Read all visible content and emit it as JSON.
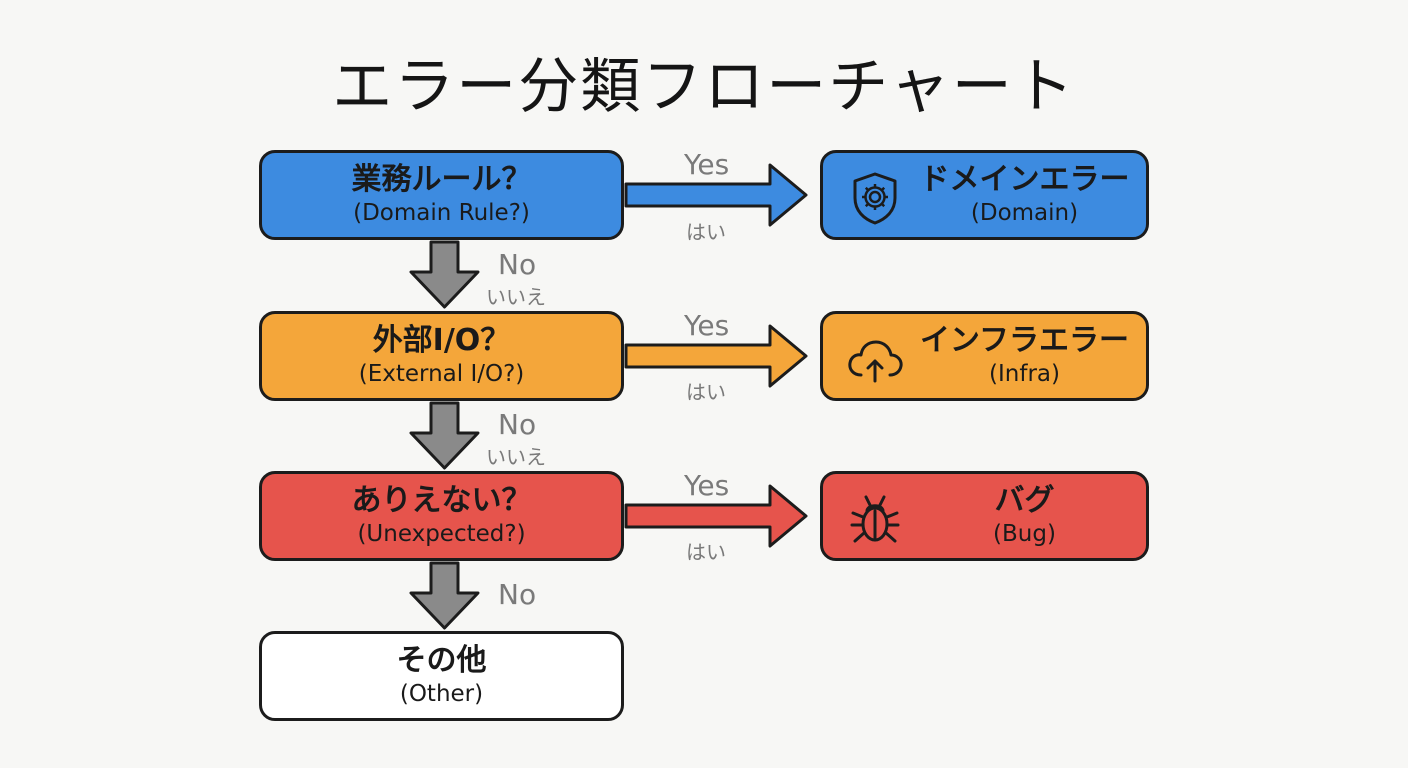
{
  "title": "エラー分類フローチャート",
  "decisions": [
    {
      "main": "業務ルール？",
      "sub": "(Domain Rule?)",
      "color": "#3d8be0"
    },
    {
      "main": "外部I/O？",
      "sub": "(External I/O?)",
      "color": "#f4a63a"
    },
    {
      "main": "ありえない？",
      "sub": "(Unexpected?)",
      "color": "#e6544c"
    },
    {
      "main": "その他",
      "sub": "(Other)",
      "color": "#ffffff"
    }
  ],
  "results": [
    {
      "main": "ドメインエラー",
      "sub": "(Domain)",
      "icon": "shield-gear-icon",
      "color": "#3d8be0"
    },
    {
      "main": "インフラエラー",
      "sub": "(Infra)",
      "icon": "cloud-upload-icon",
      "color": "#f4a63a"
    },
    {
      "main": "バグ",
      "sub": "(Bug)",
      "icon": "bug-icon",
      "color": "#e6544c"
    }
  ],
  "edges": {
    "yes": [
      "Yes",
      "Yes",
      "Yes"
    ],
    "yes_ja": [
      "はい",
      "はい",
      "はい"
    ],
    "no": [
      "No",
      "No",
      "No"
    ],
    "no_ja": [
      "いいえ",
      "いいえ"
    ]
  }
}
